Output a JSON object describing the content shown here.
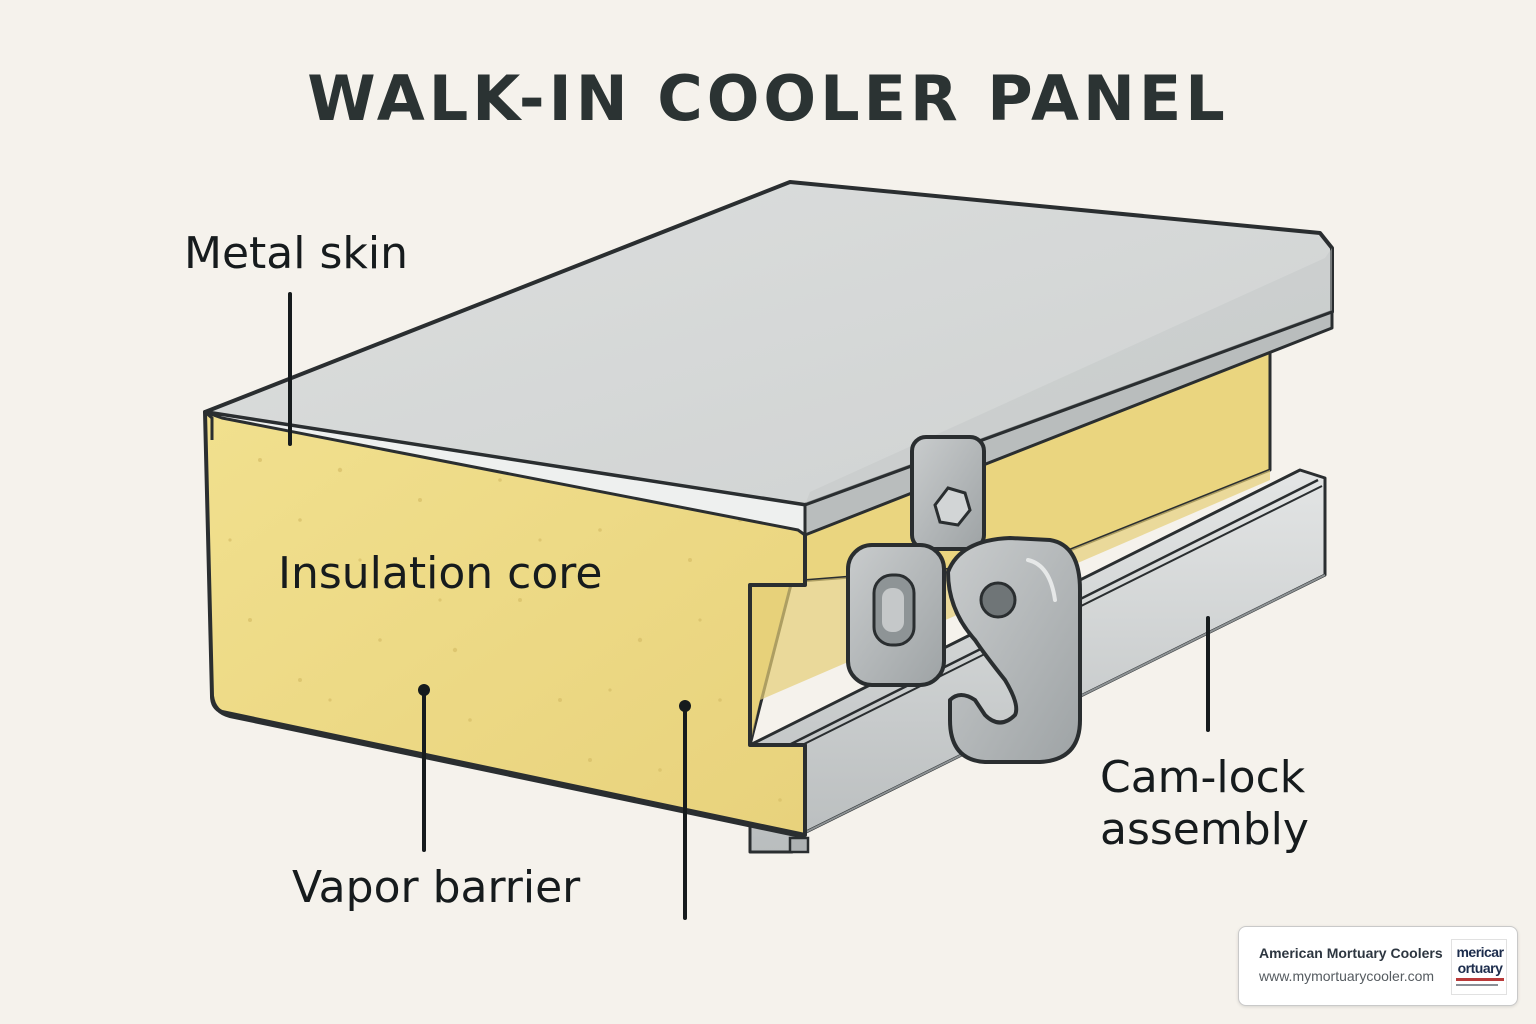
{
  "title": "WALK-IN COOLER PANEL",
  "labels": {
    "metal_skin": "Metal skin",
    "insulation_core": "Insulation core",
    "vapor_barrier": "Vapor barrier",
    "cam_lock_line1": "Cam-lock",
    "cam_lock_line2": "assembly"
  },
  "branding": {
    "name": "American Mortuary Coolers",
    "url": "www.mymortuarycooler.com",
    "logo_line1": "mericar",
    "logo_line2": "ortuary"
  },
  "colors": {
    "background": "#f5f2ec",
    "metal": "#d9dbdb",
    "foam": "#efdc8a",
    "outline": "#2a2e30"
  }
}
